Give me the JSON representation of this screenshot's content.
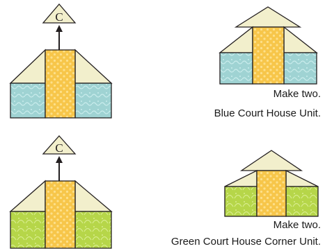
{
  "colors": {
    "outline": "#231f20",
    "cream": "#f2efcc",
    "gold": "#f7c64a",
    "gold_texture": "#fde08a",
    "teal": "#9fd3d3",
    "teal_texture": "#c9ecec",
    "green": "#b6d649",
    "green_texture": "#d7ec8c"
  },
  "diagram": {
    "blue_section": {
      "triangle_piece": {
        "letter": "C"
      },
      "caption_quantity": "Make two.",
      "caption_name": "Blue Court House Unit."
    },
    "green_section": {
      "triangle_piece": {
        "letter": "C"
      },
      "caption_quantity": "Make two.",
      "caption_name": "Green Court House Corner Unit."
    }
  }
}
